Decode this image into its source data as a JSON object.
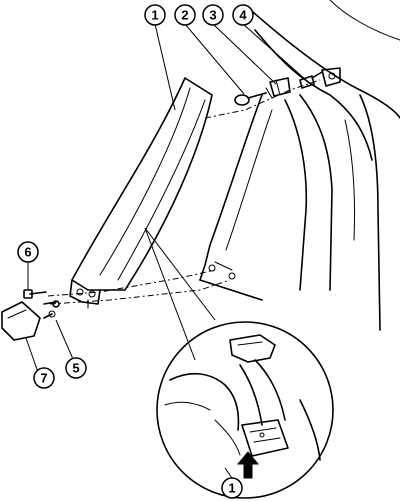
{
  "callouts": {
    "c1_top": "1",
    "c2": "2",
    "c3": "3",
    "c4": "4",
    "c6": "6",
    "c7": "7",
    "c5": "5",
    "c1_bottom": "1"
  }
}
